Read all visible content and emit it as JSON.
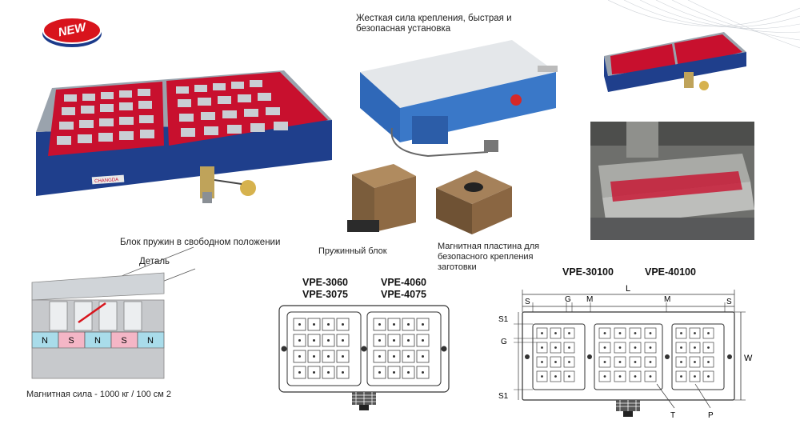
{
  "badge": {
    "label": "NEW",
    "color": "#d8141c"
  },
  "captions": {
    "fastening": "Жесткая сила крепления, быстрая и безопасная установка",
    "spring_block": "Пружинный блок",
    "magnetic_plate": "Магнитная пластина для безопасного крепления заготовки",
    "spring_free_position": "Блок пружин в свободном положении",
    "part": "Деталь",
    "magnetic_force": "Магнитная сила - 1000 кг / 100 см 2"
  },
  "poles": [
    "N",
    "S",
    "N",
    "S",
    "N"
  ],
  "models": {
    "pair1_top": "VPE-3060",
    "pair1_bottom": "VPE-3075",
    "pair2_top": "VPE-4060",
    "pair2_bottom": "VPE-4075",
    "right_a": "VPE-30100",
    "right_b": "VPE-40100"
  },
  "dims": {
    "L": "L",
    "S": "S",
    "G": "G",
    "M": "M",
    "S1": "S1",
    "W": "W",
    "T": "T",
    "P": "P"
  },
  "brand_plate": "CHANGDA",
  "colors": {
    "chuck_body": "#1f3f8c",
    "pole_grid": "#c8102e",
    "pole_n": "#a9dcea",
    "pole_s": "#f4b6c6"
  }
}
